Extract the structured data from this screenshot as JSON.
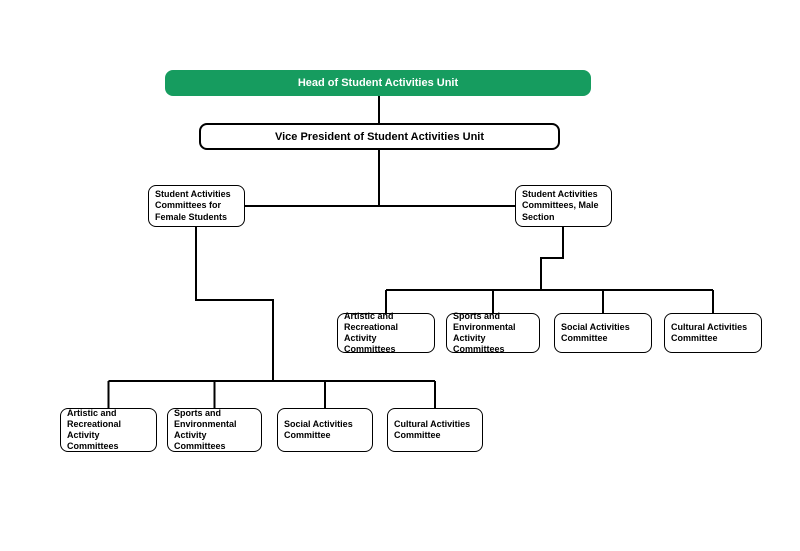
{
  "colors": {
    "header_fill": "#169C5F",
    "header_text": "#FFFFFF",
    "box_border": "#000000",
    "line": "#000000",
    "background": "#FFFFFF"
  },
  "org_chart": {
    "head": {
      "label": "Head of Student Activities Unit"
    },
    "vice_president": {
      "label": "Vice President of Student Activities Unit"
    },
    "female_section": {
      "label": "Student Activities Committees for Female Students"
    },
    "male_section": {
      "label": "Student Activities Committees, Male Section"
    },
    "male_children": [
      {
        "label": "Artistic and Recreational Activity Committees"
      },
      {
        "label": "Sports and Environmental Activity Committees"
      },
      {
        "label": "Social Activities Committee"
      },
      {
        "label": "Cultural Activities Committee"
      }
    ],
    "female_children": [
      {
        "label": "Artistic and Recreational Activity Committees"
      },
      {
        "label": "Sports and Environmental Activity Committees"
      },
      {
        "label": "Social Activities Committee"
      },
      {
        "label": "Cultural Activities Committee"
      }
    ]
  }
}
